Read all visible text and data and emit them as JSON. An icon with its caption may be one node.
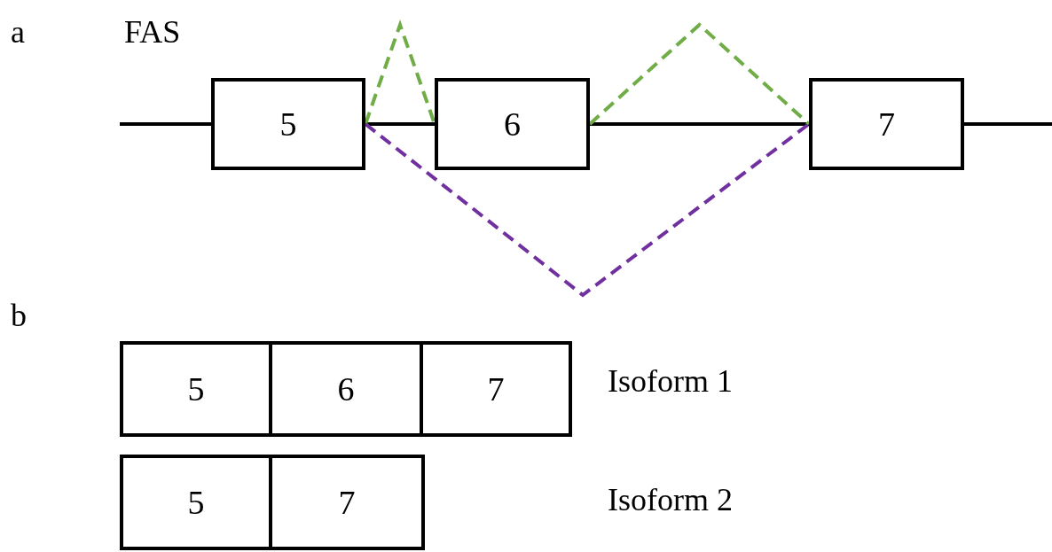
{
  "diagram": {
    "nodes": [
      {
        "text": [
          "5"
        ]
      },
      {
        "text": [
          "6"
        ]
      },
      {
        "text": [
          "7"
        ]
      },
      {
        "text": [
          "5"
        ]
      },
      {
        "text": [
          "6"
        ]
      },
      {
        "text": [
          "7"
        ]
      },
      {
        "text": [
          "5"
        ]
      },
      {
        "text": [
          "7"
        ]
      }
    ],
    "edges": [
      {
        "from": null,
        "to": 0,
        "arrow": "none"
      },
      {
        "from": 0,
        "to": 1,
        "arrow": "none"
      },
      {
        "from": 1,
        "to": 2,
        "arrow": "none"
      },
      {
        "from": 2,
        "to": null,
        "arrow": "none"
      },
      {
        "from": 0,
        "to": 1,
        "arrow": "none",
        "style": "dashed",
        "color": "#70ad47"
      },
      {
        "from": 1,
        "to": 2,
        "arrow": "none",
        "style": "dashed",
        "color": "#70ad47"
      },
      {
        "from": 0,
        "to": 2,
        "arrow": "none",
        "style": "dashed",
        "color": "#7030a0"
      }
    ],
    "labels": [
      "a",
      "FAS",
      "b",
      "Isoform 1",
      "Isoform 2"
    ]
  }
}
